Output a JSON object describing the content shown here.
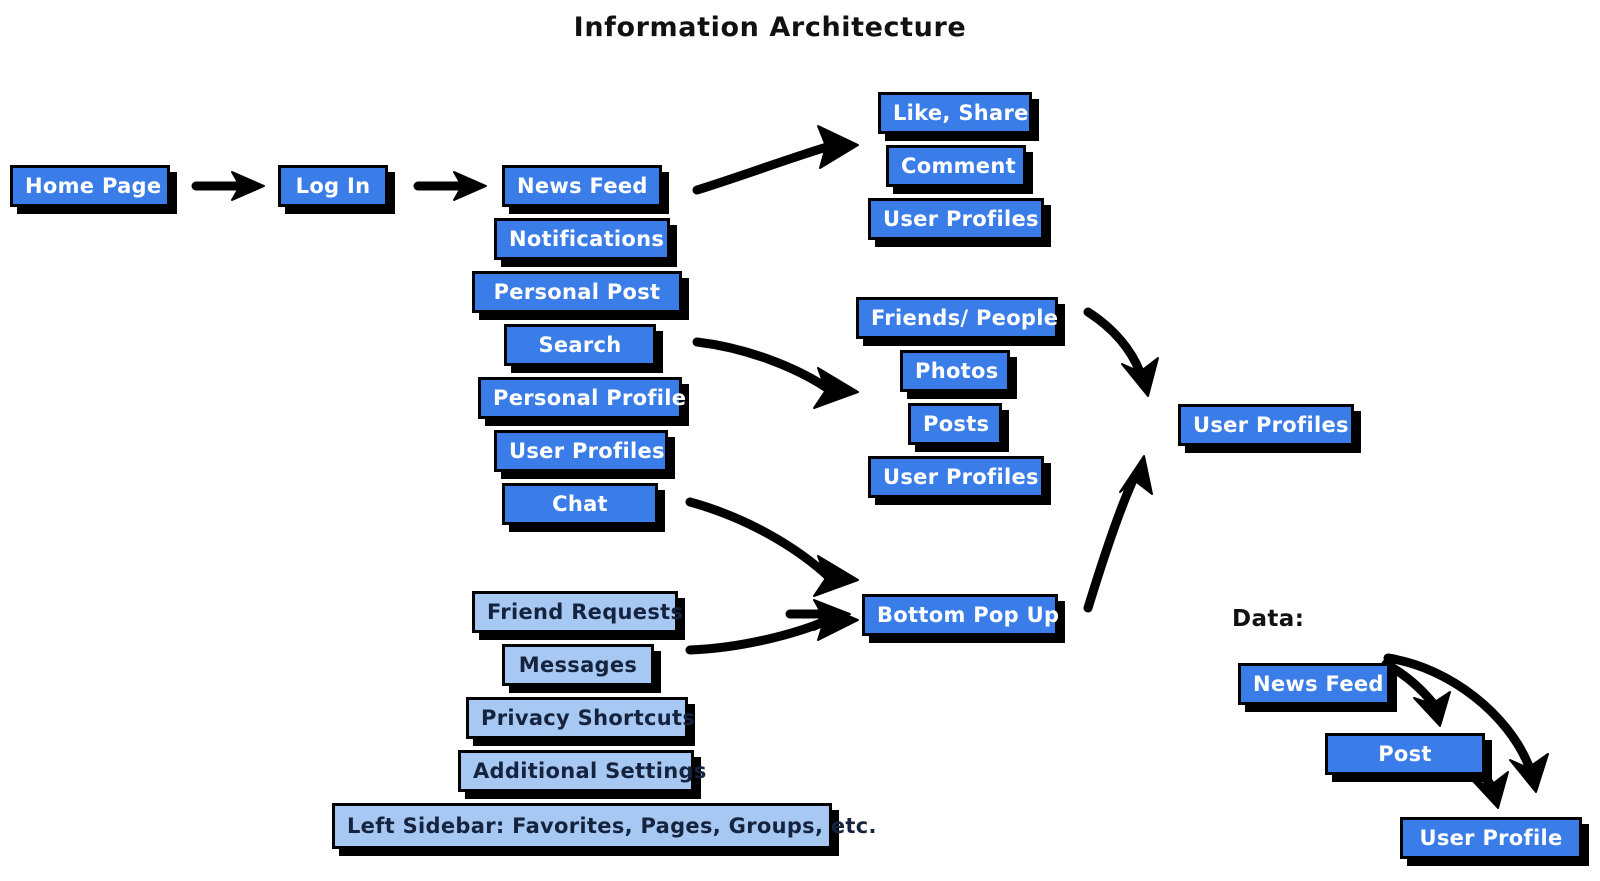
{
  "title": "Information Architecture",
  "colors": {
    "node_fill": "#3b7de8",
    "node_fill_light": "#a7c8f2",
    "node_border": "#000000",
    "node_text": "#ffffff",
    "node_text_dark": "#16233f",
    "arrow": "#000000",
    "background": "#ffffff"
  },
  "flow": {
    "entry": [
      {
        "label": "Home Page"
      },
      {
        "label": "Log In"
      }
    ]
  },
  "main_column": [
    {
      "label": "News Feed"
    },
    {
      "label": "Notifications"
    },
    {
      "label": "Personal Post"
    },
    {
      "label": "Search"
    },
    {
      "label": "Personal Profile"
    },
    {
      "label": "User Profiles"
    },
    {
      "label": "Chat"
    }
  ],
  "sidebar_column": [
    {
      "label": "Friend Requests"
    },
    {
      "label": "Messages"
    },
    {
      "label": "Privacy Shortcuts"
    },
    {
      "label": "Additional Settings"
    },
    {
      "label": "Left Sidebar: Favorites, Pages, Groups, etc."
    }
  ],
  "news_feed_group": [
    {
      "label": "Like, Share"
    },
    {
      "label": "Comment"
    },
    {
      "label": "User Profiles"
    }
  ],
  "search_group": [
    {
      "label": "Friends/ People"
    },
    {
      "label": "Photos"
    },
    {
      "label": "Posts"
    },
    {
      "label": "User Profiles"
    }
  ],
  "popup": {
    "label": "Bottom Pop Up"
  },
  "result": {
    "label": "User Profiles"
  },
  "data_section": {
    "label": "Data:",
    "nodes": [
      {
        "label": "News Feed"
      },
      {
        "label": "Post"
      },
      {
        "label": "User Profile"
      }
    ]
  }
}
